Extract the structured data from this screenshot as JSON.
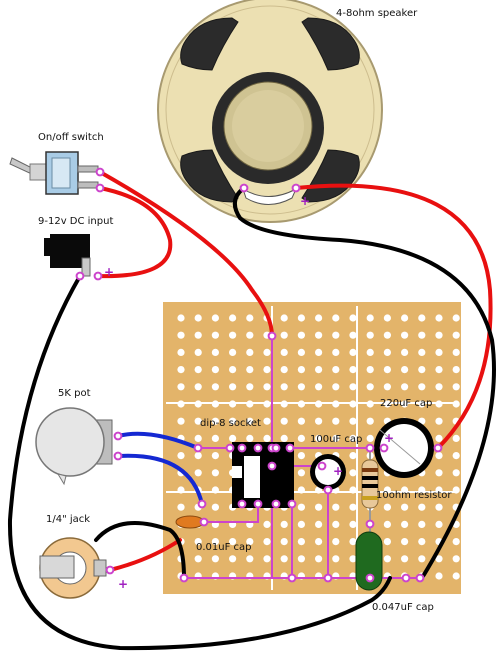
{
  "labels": {
    "speaker": "4-8ohm speaker",
    "switch": "On/off switch",
    "dc_input": "9-12v DC input",
    "pot": "5K pot",
    "jack": "1/4\" jack",
    "socket": "dip-8 socket",
    "cap100": "100uF cap",
    "cap220": "220uF cap",
    "resistor": "10ohm resistor",
    "cap001": "0.01uF cap",
    "cap047": "0.047uF cap"
  },
  "polarity_marks": {
    "speaker_plus": "+",
    "dc_plus": "+",
    "jack_plus": "+",
    "cap220_plus": "+",
    "cap100_plus": "+"
  },
  "colors": {
    "board": "#e3b46a",
    "track": "#ffffff",
    "wire_red": "#e81010",
    "wire_black": "#000000",
    "wire_blue": "#1428d2",
    "jumper": "#cc44cc",
    "pin": "#cc44cc"
  }
}
